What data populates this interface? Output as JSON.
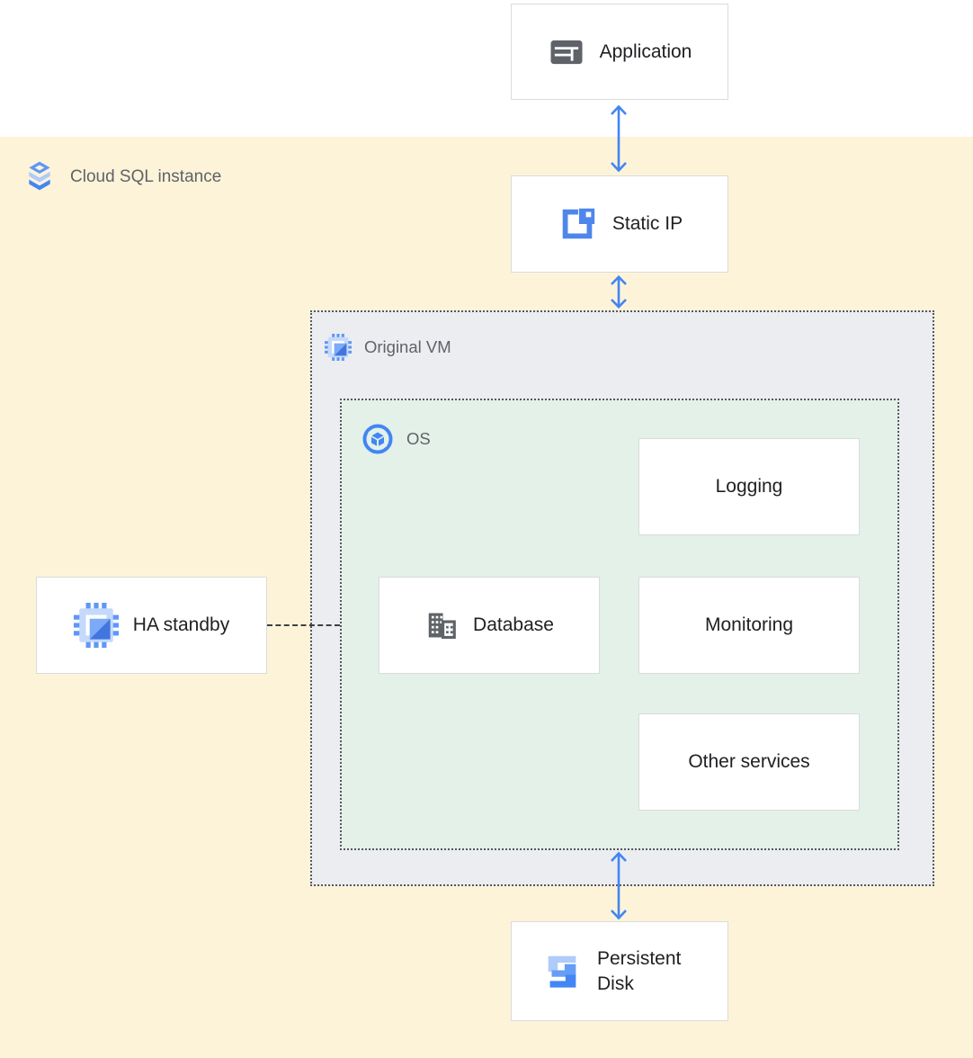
{
  "diagram": {
    "zone": {
      "label": "Cloud SQL instance",
      "icon": "cloud-sql-icon"
    },
    "containers": {
      "original_vm": {
        "label": "Original VM",
        "icon": "compute-engine-icon"
      },
      "os": {
        "label": "OS",
        "icon": "os-icon"
      }
    },
    "nodes": {
      "application": {
        "label": "Application",
        "icon": "application-window-icon"
      },
      "static_ip": {
        "label": "Static IP",
        "icon": "static-ip-icon"
      },
      "logging": {
        "label": "Logging"
      },
      "database": {
        "label": "Database",
        "icon": "datacenter-building-icon"
      },
      "monitoring": {
        "label": "Monitoring"
      },
      "other_services": {
        "label": "Other services"
      },
      "ha_standby": {
        "label": "HA standby",
        "icon": "compute-engine-icon"
      },
      "persistent_disk": {
        "label": "Persistent Disk",
        "icon": "persistent-disk-icon"
      }
    },
    "connections": [
      {
        "from": "Application",
        "to": "Static IP",
        "type": "bidirectional-arrow"
      },
      {
        "from": "Static IP",
        "to": "Original VM",
        "type": "bidirectional-arrow"
      },
      {
        "from": "HA standby",
        "to": "OS",
        "type": "dashed-line"
      },
      {
        "from": "OS",
        "to": "Persistent Disk",
        "type": "bidirectional-arrow"
      }
    ],
    "colors": {
      "background_top": "#ffffff",
      "background_zone": "#fdf3d8",
      "vm_container_fill": "#ecedf0",
      "os_container_fill": "#e3f1e9",
      "node_border": "#d9dbde",
      "dotted_border": "#55585c",
      "arrow_blue": "#4285f4",
      "label_gray": "#5f6368",
      "text_dark": "#202124",
      "icon_gray": "#5f6368",
      "icon_blue_light": "#aecbfa",
      "icon_blue_medium": "#669df6",
      "icon_blue_dark": "#4285f4"
    }
  }
}
